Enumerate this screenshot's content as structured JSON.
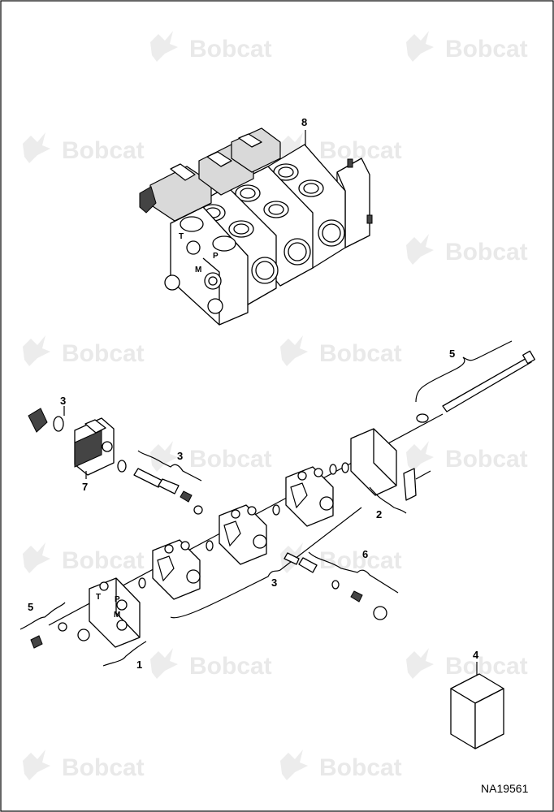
{
  "watermark": {
    "brand": "Bobcat"
  },
  "callouts": [
    {
      "id": "valve-assembly",
      "label": "8"
    },
    {
      "id": "tie-rod-kit-upper",
      "label": "5"
    },
    {
      "id": "seal-kit-coil",
      "label": "3"
    },
    {
      "id": "solenoid-coil",
      "label": "7"
    },
    {
      "id": "seal-kit-cartridge",
      "label": "3"
    },
    {
      "id": "end-plate",
      "label": "2"
    },
    {
      "id": "seal-kit-lower",
      "label": "3"
    },
    {
      "id": "valve-sections",
      "label": "6"
    },
    {
      "id": "tie-rod-kit-lower",
      "label": "5"
    },
    {
      "id": "inlet-section",
      "label": "1"
    },
    {
      "id": "seal-kit-box",
      "label": "4"
    }
  ],
  "port_labels": {
    "tank": "T",
    "pressure": "P",
    "gauge": "M"
  },
  "drawing_code": "NA19561"
}
